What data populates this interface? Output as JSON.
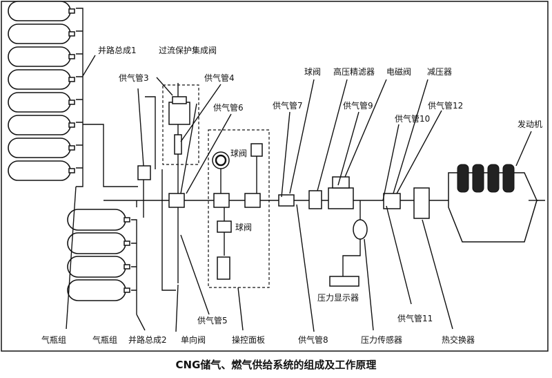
{
  "labels": {
    "parallel_assembly_1": "并路总成1",
    "overflow_valve_assembly": "过流保护集成阀",
    "supply_pipe_3": "供气管3",
    "supply_pipe_4": "供气管4",
    "supply_pipe_6": "供气管6",
    "supply_pipe_7": "供气管7",
    "ball_valve_top": "球阀",
    "hp_filter": "高压精滤器",
    "solenoid_valve": "电磁阀",
    "pressure_reducer": "减压器",
    "supply_pipe_9": "供气管9",
    "supply_pipe_10": "供气管10",
    "supply_pipe_12": "供气管12",
    "engine": "发动机",
    "ball_valve_panel_1": "球阀",
    "ball_valve_panel_2": "球阀",
    "pressure_display": "压力显示器",
    "supply_pipe_11": "供气管11",
    "supply_pipe_5": "供气管5",
    "cylinder_group_a": "气瓶组",
    "cylinder_group_b": "气瓶组",
    "parallel_assembly_2": "并路总成2",
    "check_valve": "单向阀",
    "control_panel": "操控面板",
    "supply_pipe_8": "供气管8",
    "pressure_sensor": "压力传感器",
    "heat_exchanger": "热交换器"
  },
  "caption": "CNG储气、燃气供给系统的组成及工作原理"
}
